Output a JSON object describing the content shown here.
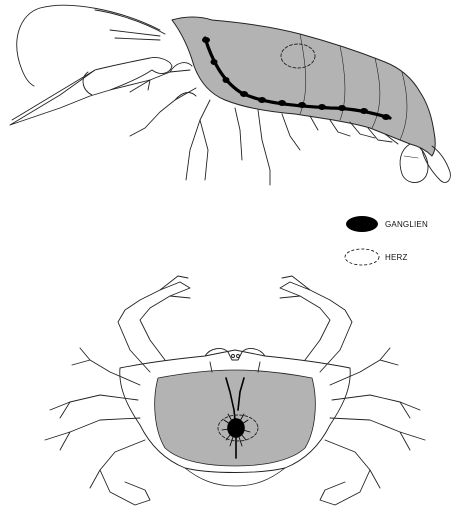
{
  "figure": {
    "legend": {
      "items": [
        {
          "label": "GANGLIEN",
          "symbol": "solid-black-ellipse",
          "color": "#000000"
        },
        {
          "label": "HERZ",
          "symbol": "dashed-outline-ellipse",
          "color": "#000000"
        }
      ]
    },
    "colors": {
      "body_fill": "#b3b3b3",
      "outline": "#222222",
      "background": "#ffffff"
    }
  }
}
